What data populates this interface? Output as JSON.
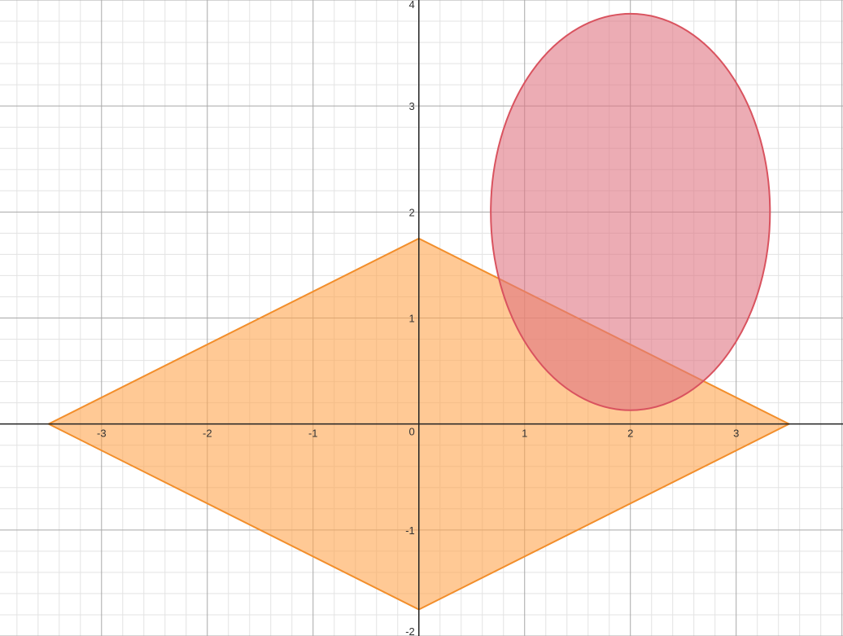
{
  "chart_data": {
    "type": "scatter",
    "title": "",
    "xlabel": "",
    "ylabel": "",
    "xlim": [
      -3.96,
      4.01
    ],
    "ylim": [
      -2.0,
      4.0
    ],
    "grid": true,
    "minor_grid_step": 0.2,
    "x_ticks": [
      {
        "value": -3,
        "label": "-3"
      },
      {
        "value": -2,
        "label": "-2"
      },
      {
        "value": -1,
        "label": "-1"
      },
      {
        "value": 1,
        "label": "1"
      },
      {
        "value": 2,
        "label": "2"
      },
      {
        "value": 3,
        "label": "3"
      }
    ],
    "y_ticks": [
      {
        "value": -2,
        "label": "-2"
      },
      {
        "value": -1,
        "label": "-1"
      },
      {
        "value": 1,
        "label": "1"
      },
      {
        "value": 2,
        "label": "2"
      },
      {
        "value": 3,
        "label": "3"
      },
      {
        "value": 4,
        "label": "4"
      }
    ],
    "origin_label": "0",
    "shapes": [
      {
        "kind": "polygon",
        "name": "rhombus",
        "points": [
          [
            -3.5,
            0
          ],
          [
            0,
            1.75
          ],
          [
            3.5,
            0
          ],
          [
            0,
            -1.75
          ]
        ],
        "stroke": "#f28e2b",
        "fill": "#ffa54f",
        "fill_opacity": 0.6
      },
      {
        "kind": "ellipse",
        "name": "ellipse",
        "center": [
          2,
          2
        ],
        "rx": 1.32,
        "ry": 1.87,
        "stroke": "#d9535f",
        "fill": "#e07582",
        "fill_opacity": 0.6
      }
    ]
  }
}
